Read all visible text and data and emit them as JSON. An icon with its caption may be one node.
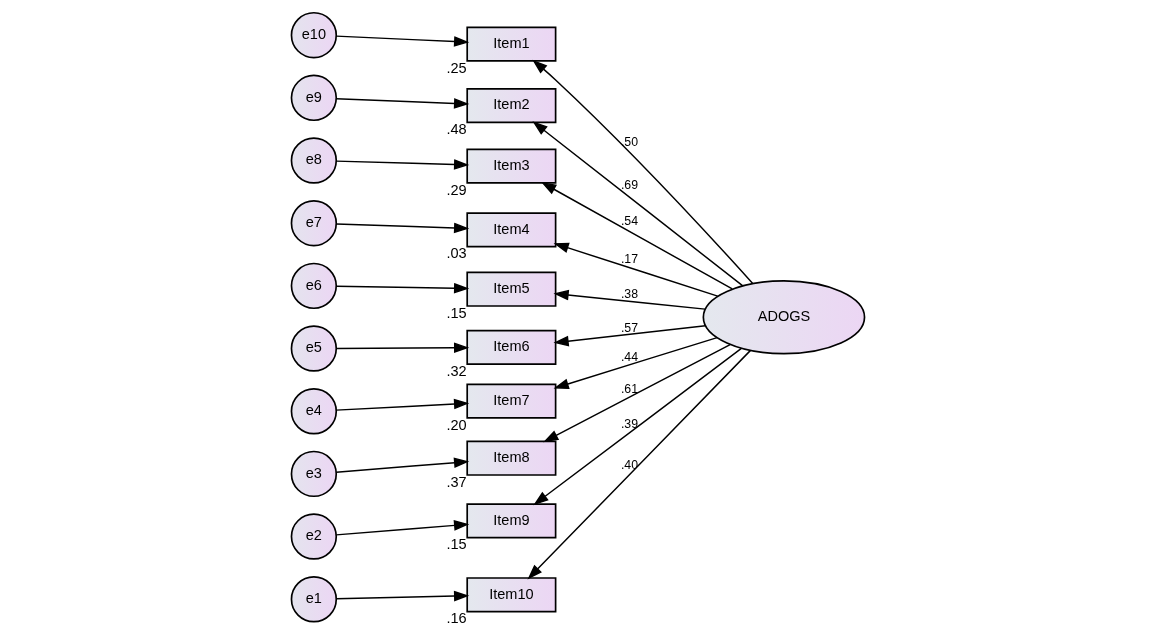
{
  "diagram": {
    "nodes": [
      {
        "text": [
          "e10"
        ]
      },
      {
        "text": [
          "e9"
        ]
      },
      {
        "text": [
          "e8"
        ]
      },
      {
        "text": [
          "e7"
        ]
      },
      {
        "text": [
          "e6"
        ]
      },
      {
        "text": [
          "e5"
        ]
      },
      {
        "text": [
          "e4"
        ]
      },
      {
        "text": [
          "e3"
        ]
      },
      {
        "text": [
          "e2"
        ]
      },
      {
        "text": [
          "e1"
        ]
      },
      {
        "text": [
          "Item1"
        ],
        "beside": [
          ".25"
        ]
      },
      {
        "text": [
          "Item2"
        ],
        "beside": [
          ".48"
        ]
      },
      {
        "text": [
          "Item3"
        ],
        "beside": [
          ".29"
        ]
      },
      {
        "text": [
          "Item4"
        ],
        "beside": [
          ".03"
        ]
      },
      {
        "text": [
          "Item5"
        ],
        "beside": [
          ".15"
        ]
      },
      {
        "text": [
          "Item6"
        ],
        "beside": [
          ".32"
        ]
      },
      {
        "text": [
          "Item7"
        ],
        "beside": [
          ".20"
        ]
      },
      {
        "text": [
          "Item8"
        ],
        "beside": [
          ".37"
        ]
      },
      {
        "text": [
          "Item9"
        ],
        "beside": [
          ".15"
        ]
      },
      {
        "text": [
          "Item10"
        ],
        "beside": [
          ".16"
        ]
      },
      {
        "text": [
          "ADOGS"
        ]
      }
    ],
    "edges": [
      {
        "from": 0,
        "to": 10,
        "arrow": "to"
      },
      {
        "from": 1,
        "to": 11,
        "arrow": "to"
      },
      {
        "from": 2,
        "to": 12,
        "arrow": "to"
      },
      {
        "from": 3,
        "to": 13,
        "arrow": "to"
      },
      {
        "from": 4,
        "to": 14,
        "arrow": "to"
      },
      {
        "from": 5,
        "to": 15,
        "arrow": "to"
      },
      {
        "from": 6,
        "to": 16,
        "arrow": "to"
      },
      {
        "from": 7,
        "to": 17,
        "arrow": "to"
      },
      {
        "from": 8,
        "to": 18,
        "arrow": "to"
      },
      {
        "from": 9,
        "to": 19,
        "arrow": "to"
      },
      {
        "from": 20,
        "to": 10,
        "arrow": "to",
        "label": ".50"
      },
      {
        "from": 20,
        "to": 11,
        "arrow": "to",
        "label": ".69"
      },
      {
        "from": 20,
        "to": 12,
        "arrow": "to",
        "label": ".54"
      },
      {
        "from": 20,
        "to": 13,
        "arrow": "to",
        "label": ".17"
      },
      {
        "from": 20,
        "to": 14,
        "arrow": "to",
        "label": ".38"
      },
      {
        "from": 20,
        "to": 15,
        "arrow": "to",
        "label": ".57"
      },
      {
        "from": 20,
        "to": 16,
        "arrow": "to",
        "label": ".44"
      },
      {
        "from": 20,
        "to": 17,
        "arrow": "to",
        "label": ".61"
      },
      {
        "from": 20,
        "to": 18,
        "arrow": "to",
        "label": ".39"
      },
      {
        "from": 20,
        "to": 19,
        "arrow": "to",
        "label": ".40"
      }
    ]
  }
}
